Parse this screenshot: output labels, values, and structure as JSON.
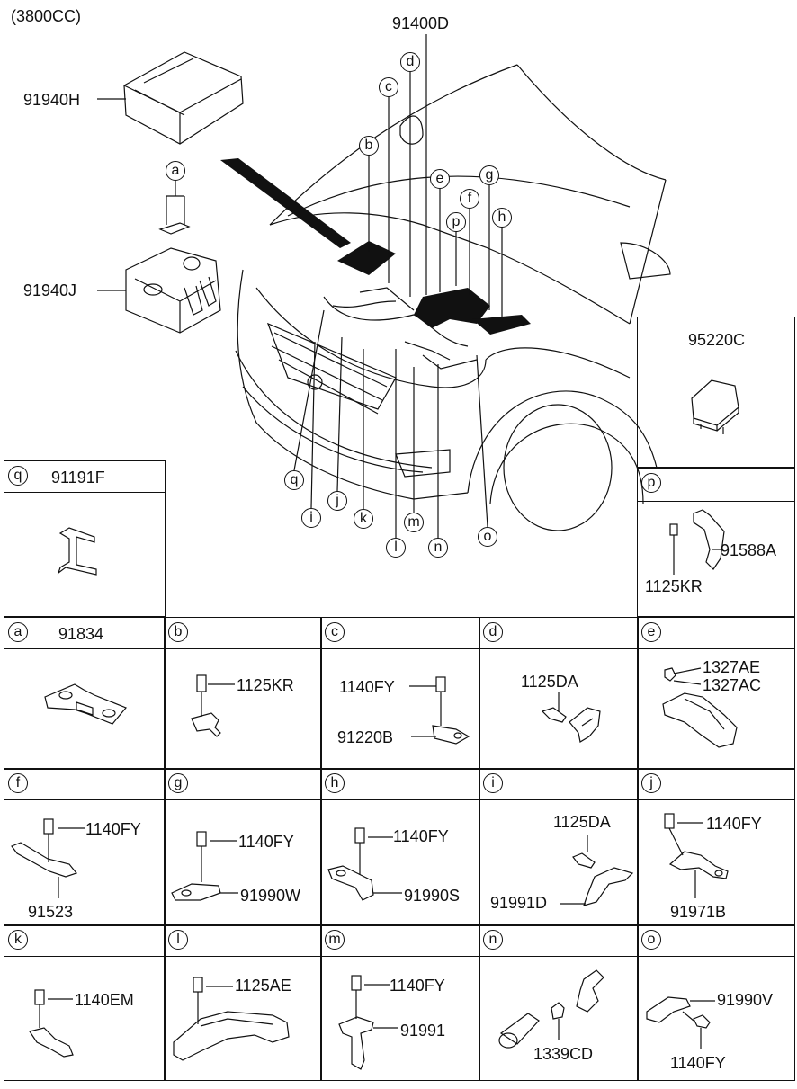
{
  "engine": "(3800CC)",
  "main": {
    "harness": "91400D",
    "fuse_cover": "91940H",
    "fuse_box": "91940J",
    "callouts": [
      "a",
      "b",
      "c",
      "d",
      "e",
      "f",
      "g",
      "h",
      "p",
      "q",
      "i",
      "j",
      "k",
      "l",
      "m",
      "n",
      "o"
    ]
  },
  "relay_box": {
    "part": "95220C"
  },
  "cells": {
    "q": {
      "letter": "q",
      "part": "91191F"
    },
    "p": {
      "letter": "p",
      "labels": [
        "91588A",
        "1125KR"
      ]
    },
    "a": {
      "letter": "a",
      "part": "91834"
    },
    "b": {
      "letter": "b",
      "labels": [
        "1125KR"
      ]
    },
    "c": {
      "letter": "c",
      "labels": [
        "1140FY",
        "91220B"
      ]
    },
    "d": {
      "letter": "d",
      "labels": [
        "1125DA"
      ]
    },
    "e": {
      "letter": "e",
      "labels": [
        "1327AE",
        "1327AC"
      ]
    },
    "f": {
      "letter": "f",
      "labels": [
        "1140FY",
        "91523"
      ]
    },
    "g": {
      "letter": "g",
      "labels": [
        "1140FY",
        "91990W"
      ]
    },
    "h": {
      "letter": "h",
      "labels": [
        "1140FY",
        "91990S"
      ]
    },
    "i": {
      "letter": "i",
      "labels": [
        "1125DA",
        "91991D"
      ]
    },
    "j": {
      "letter": "j",
      "labels": [
        "1140FY",
        "91971B"
      ]
    },
    "k": {
      "letter": "k",
      "labels": [
        "1140EM"
      ]
    },
    "l": {
      "letter": "l",
      "labels": [
        "1125AE"
      ]
    },
    "m": {
      "letter": "m",
      "labels": [
        "1140FY",
        "91991"
      ]
    },
    "n": {
      "letter": "n",
      "labels": [
        "1339CD"
      ]
    },
    "o": {
      "letter": "o",
      "labels": [
        "91990V",
        "1140FY"
      ]
    }
  }
}
